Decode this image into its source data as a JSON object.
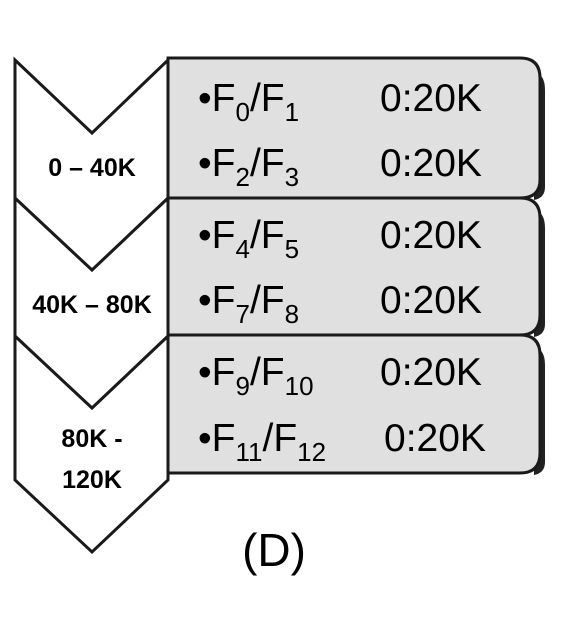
{
  "caption": "(D)",
  "stages": [
    {
      "label_lines": [
        "0 – 40K"
      ],
      "entries": [
        {
          "pair": {
            "a": "0",
            "b": "1"
          },
          "range": "0:20K"
        },
        {
          "pair": {
            "a": "2",
            "b": "3"
          },
          "range": "0:20K"
        }
      ]
    },
    {
      "label_lines": [
        "40K – 80K"
      ],
      "entries": [
        {
          "pair": {
            "a": "4",
            "b": "5"
          },
          "range": "0:20K"
        },
        {
          "pair": {
            "a": "7",
            "b": "8"
          },
          "range": "0:20K"
        }
      ]
    },
    {
      "label_lines": [
        "80K -",
        "120K"
      ],
      "entries": [
        {
          "pair": {
            "a": "9",
            "b": "10"
          },
          "range": "0:20K"
        },
        {
          "pair": {
            "a": "11",
            "b": "12"
          },
          "range": "0:20K"
        }
      ]
    }
  ],
  "symbols": {
    "bullet": "•",
    "frame": "F",
    "slash": "/"
  },
  "colors": {
    "panel_fill": "#e0e0e0",
    "stroke": "#1a1a1a",
    "shadow": "#222222"
  }
}
